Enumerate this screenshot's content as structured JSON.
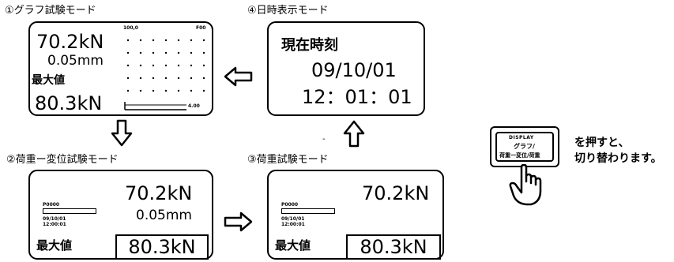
{
  "modes": {
    "graph": {
      "caption": "①グラフ試験モード",
      "force": "70.2kN",
      "disp": "0.05mm",
      "max_label": "最大値",
      "max_value": "80.3kN",
      "graph_ymax": "100,0",
      "graph_code": "F00",
      "graph_xmax": "4.00"
    },
    "load_disp": {
      "caption": "②荷重ー変位試験モード",
      "force": "70.2kN",
      "disp": "0.05mm",
      "bar_tag": "P0000",
      "date_tag": "09/10/01",
      "time_tag": "12:00:01",
      "max_label": "最大値",
      "max_value": "80.3kN"
    },
    "load": {
      "caption": "③荷重試験モード",
      "force": "70.2kN",
      "bar_tag": "P0000",
      "date_tag": "09/10/01",
      "time_tag": "12:00:01",
      "max_label": "最大値",
      "max_value": "80.3kN"
    },
    "datetime": {
      "caption": "④日時表示モード",
      "title": "現在時刻",
      "date": "09/10/01",
      "time": "12：01：01"
    }
  },
  "button": {
    "line1": "DISPLAY",
    "line2": "グラフ/",
    "line3": "荷重一変位/荷重"
  },
  "instruction": {
    "line1": "を押すと、",
    "line2": "切り替わります。"
  },
  "stray_mark": "-"
}
